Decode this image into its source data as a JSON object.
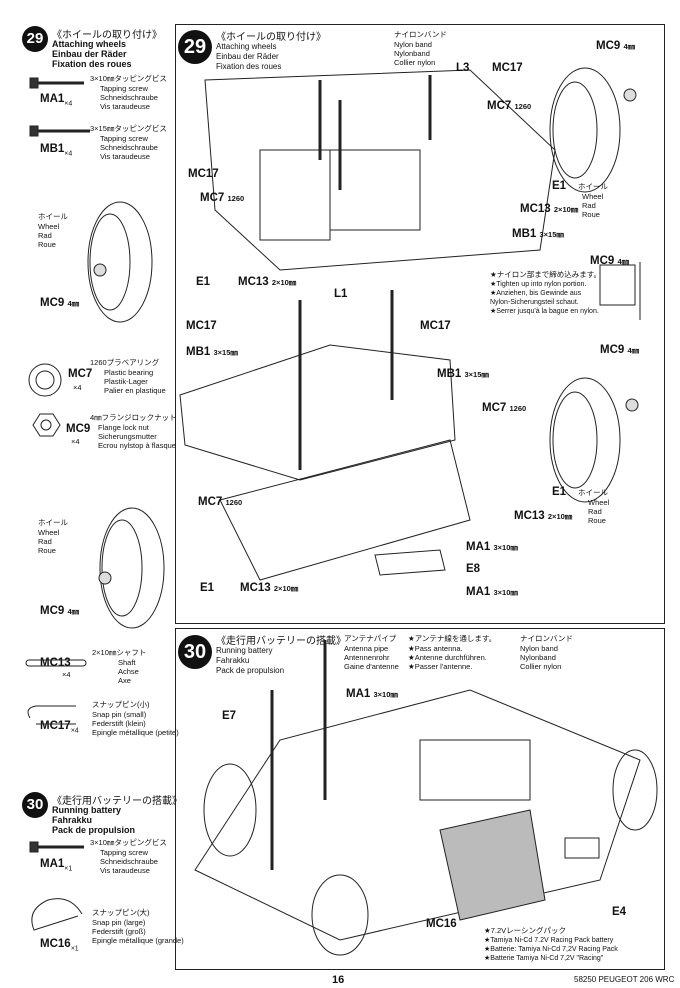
{
  "left": {
    "step29": {
      "num": "29",
      "jp": "《ホイールの取り付け》",
      "en": "Attaching wheels",
      "de": "Einbau der Räder",
      "fr": "Fixation des roues"
    },
    "parts": [
      {
        "code": "MA1",
        "qty": "×4",
        "jp": "3×10㎜タッピングビス",
        "en": "Tapping screw",
        "de": "Schneidschraube",
        "fr": "Vis taraudeuse"
      },
      {
        "code": "MB1",
        "qty": "×4",
        "jp": "3×15㎜タッピングビス",
        "en": "Tapping screw",
        "de": "Schneidschraube",
        "fr": "Vis taraudeuse"
      }
    ],
    "wheel": {
      "jp": "ホイール",
      "en": "Wheel",
      "de": "Rad",
      "fr": "Roue",
      "mc9": "MC9",
      "size": "4㎜"
    },
    "mc7": {
      "code": "MC7",
      "qty": "×4",
      "jp": "1260プラベアリング",
      "en": "Plastic bearing",
      "de": "Plastik-Lager",
      "fr": "Palier en plastique"
    },
    "mc9": {
      "code": "MC9",
      "qty": "×4",
      "jp": "4㎜フランジロックナット",
      "en": "Flange lock nut",
      "de": "Sicherungsmutter",
      "fr": "Ecrou nylstop à flasque"
    },
    "wheel2": {
      "jp": "ホイール",
      "en": "Wheel",
      "de": "Rad",
      "fr": "Roue",
      "mc9": "MC9",
      "size": "4㎜"
    },
    "mc13": {
      "code": "MC13",
      "qty": "×4",
      "jp": "2×10㎜シャフト",
      "en": "Shaft",
      "de": "Achse",
      "fr": "Axe"
    },
    "mc17": {
      "code": "MC17",
      "qty": "×4",
      "jp": "スナップピン(小)",
      "en": "Snap pin (small)",
      "de": "Federstift (klein)",
      "fr": "Epingle métallique (petite)"
    },
    "step30": {
      "num": "30",
      "jp": "《走行用バッテリーの搭載》",
      "en": "Running battery",
      "de": "Fahrakku",
      "fr": "Pack de propulsion"
    },
    "ma1b": {
      "code": "MA1",
      "qty": "×1",
      "jp": "3×10㎜タッピングビス",
      "en": "Tapping screw",
      "de": "Schneidschraube",
      "fr": "Vis taraudeuse"
    },
    "mc16": {
      "code": "MC16",
      "qty": "×1",
      "jp": "スナップピン(大)",
      "en": "Snap pin (large)",
      "de": "Federstift (groß)",
      "fr": "Epingle métallique (grande)"
    }
  },
  "main29": {
    "num": "29",
    "jp": "《ホイールの取り付け》",
    "en": "Attaching wheels",
    "de": "Einbau der Räder",
    "fr": "Fixation des roues",
    "nylon": {
      "jp": "ナイロンバンド",
      "en": "Nylon band",
      "de": "Nylonband",
      "fr": "Collier nylon"
    },
    "labels": {
      "mc9_tr": "MC9",
      "mc9_tr_size": "4㎜",
      "l3": "L3",
      "mc17_t": "MC17",
      "mc7_t": "MC7",
      "mc7_t_s": "1260",
      "mc17_l": "MC17",
      "mc7_l": "MC7",
      "mc7_l_s": "1260",
      "e1_r": "E1",
      "mc13_r": "MC13",
      "mc13_r_s": "2×10㎜",
      "mb1_t": "MB1",
      "mb1_t_s": "3×15㎜",
      "e1_l": "E1",
      "mc13_l": "MC13",
      "mc13_l_s": "2×10㎜",
      "l1": "L1",
      "mc17_m": "MC17",
      "mc17_m2": "MC17",
      "mb1_l": "MB1",
      "mb1_l_s": "3×15㎜",
      "mb1_m": "MB1",
      "mb1_m_s": "3×15㎜",
      "mc9_mr": "MC9",
      "mc9_mr_size": "4㎜",
      "mc7_mr": "MC7",
      "mc7_mr_s": "1260",
      "e1_mr": "E1",
      "mc13_mr": "MC13",
      "mc13_mr_s": "2×10㎜",
      "mc7_bl": "MC7",
      "mc7_bl_s": "1260",
      "e1_bl": "E1",
      "mc13_bl": "MC13",
      "mc13_bl_s": "2×10㎜",
      "ma1_m": "MA1",
      "ma1_m_s": "3×10㎜",
      "e8": "E8",
      "ma1_b": "MA1",
      "ma1_b_s": "3×10㎜"
    },
    "wheel_r": {
      "jp": "ホイール",
      "en": "Wheel",
      "de": "Rad",
      "fr": "Roue"
    },
    "wheel_r2": {
      "jp": "ホイール",
      "en": "Wheel",
      "de": "Rad",
      "fr": "Roue"
    },
    "note": {
      "jp": "★ナイロン部まで締め込みます。",
      "en": "★Tighten up into nylon portion.",
      "de": "★Anziehen, bis Gewinde aus Nylon-Sicherungsteil schaut.",
      "fr": "★Serrer jusqu'à la bague en nylon.",
      "mc9": "MC9",
      "mc9_s": "4㎜"
    }
  },
  "main30": {
    "num": "30",
    "jp": "《走行用バッテリーの搭載》",
    "en": "Running battery",
    "de": "Fahrakku",
    "fr": "Pack de propulsion",
    "antenna": {
      "jp": "アンテナパイプ",
      "en": "Antenna pipe",
      "de": "Antennenrohr",
      "fr": "Gaine d'antenne"
    },
    "antenna_note": {
      "jp": "★アンテナ線を通します。",
      "en": "★Pass antenna.",
      "de": "★Antenne durchführen.",
      "fr": "★Passer l'antenne."
    },
    "nylon": {
      "jp": "ナイロンバンド",
      "en": "Nylon band",
      "de": "Nylonband",
      "fr": "Collier nylon"
    },
    "ma1": "MA1",
    "ma1_s": "3×10㎜",
    "e7": "E7",
    "mc16": "MC16",
    "e4": "E4",
    "battery": {
      "jp": "★7.2Vレーシングパック",
      "l1": "★Tamiya Ni-Cd 7.2V Racing Pack battery",
      "l2": "★Batterie: Tamiya Ni-Cd 7,2V Racing Pack",
      "l3": "★Batterie Tamiya Ni-Cd 7,2V \"Racing\""
    }
  },
  "footer": {
    "page": "16",
    "model": "58250 PEUGEOT 206 WRC"
  }
}
